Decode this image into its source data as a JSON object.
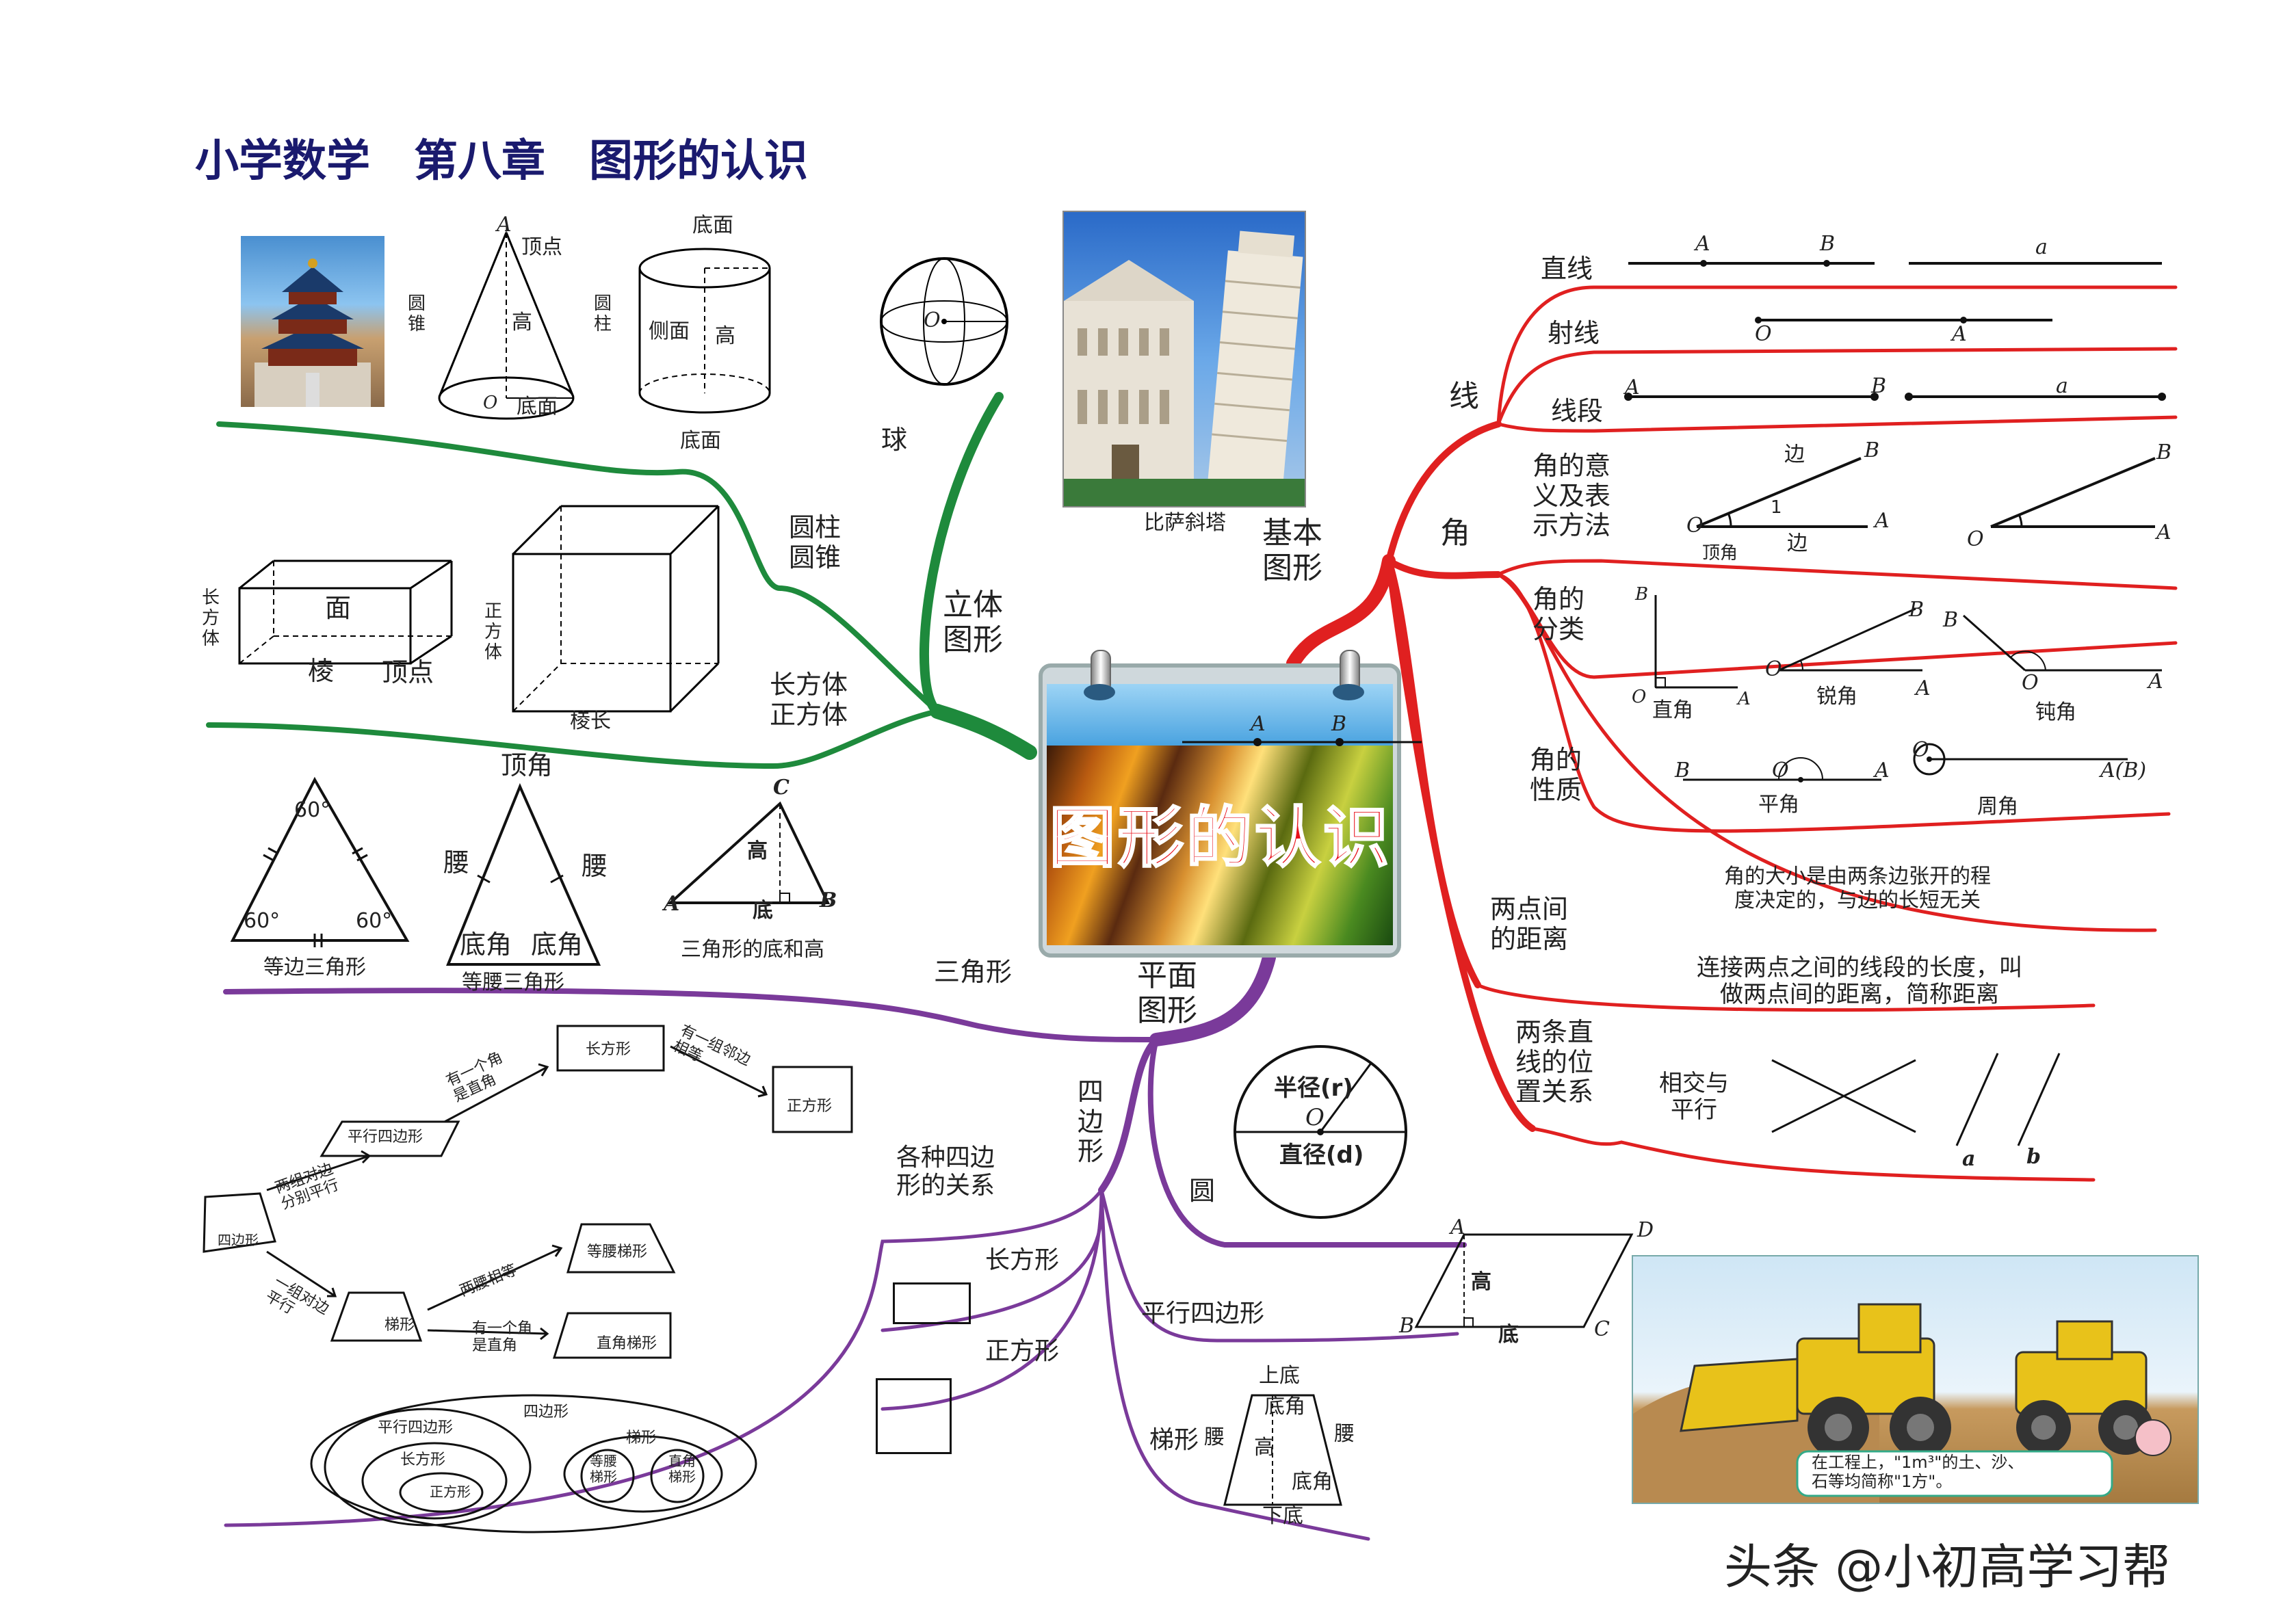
{
  "title": "小学数学　第八章　图形的认识",
  "center": {
    "label": "图形的认识",
    "point_a": "A",
    "point_b": "B"
  },
  "solid": {
    "branch": "立体\n图形",
    "cylinder_cone": "圆柱\n圆锥",
    "sphere": "球",
    "cuboid_cube": "长方体\n正方体",
    "cone": {
      "side_label": "圆\n锥",
      "apex": "A",
      "vertex": "顶点",
      "height": "高",
      "center": "O",
      "base": "底面"
    },
    "cylinder": {
      "side_label": "圆\n柱",
      "top": "底面",
      "side": "侧面",
      "height": "高",
      "bottom": "底面"
    },
    "ball": {
      "center": "O"
    },
    "cuboid": {
      "side_label": "长\n方\n体",
      "face": "面",
      "edge": "棱",
      "vertex": "顶点"
    },
    "cube": {
      "side_label": "正\n方\n体",
      "edge_len": "棱长"
    },
    "pisa_caption": "比萨斜塔"
  },
  "basic": {
    "branch": "基本\n图形",
    "line_group": "线",
    "line": {
      "label": "直线",
      "a": "A",
      "b": "B",
      "small": "a"
    },
    "ray": {
      "label": "射线",
      "o": "O",
      "a": "A"
    },
    "segment": {
      "label": "线段",
      "a": "A",
      "b": "B",
      "small": "a"
    },
    "angle_group": "角",
    "angle_meaning": {
      "label": "角的意\n义及表\n示方法",
      "side": "边",
      "vertex": "顶角",
      "one": "1",
      "o": "O",
      "a": "A",
      "b": "B"
    },
    "angle_class": {
      "label": "角的\n分类",
      "right": "直角",
      "acute": "锐角",
      "obtuse": "钝角",
      "o": "O",
      "a": "A",
      "b": "B"
    },
    "angle_prop": {
      "label": "角的\n性质",
      "straight": "平角",
      "round": "周角",
      "o": "O",
      "a": "A",
      "b": "B",
      "ab": "A(B)"
    },
    "angle_note": "角的大小是由两条边张开的程\n度决定的，与边的长短无关",
    "distance": {
      "label": "两点间\n的距离",
      "note": "连接两点之间的线段的长度，叫\n做两点间的距离，简称距离"
    },
    "position": {
      "label": "两条直\n线的位\n置关系",
      "sub": "相交与\n平行",
      "a": "a",
      "b": "b"
    }
  },
  "plane": {
    "branch": "平面\n图形",
    "triangle": "三角形",
    "quad": "四\n边\n形",
    "circle": {
      "label": "圆",
      "radius": "半径(r)",
      "o": "O",
      "diameter": "直径(d)"
    },
    "tri_eq": {
      "caption": "等边三角形",
      "a60": "60°"
    },
    "tri_iso": {
      "caption": "等腰三角形",
      "apex": "顶角",
      "leg": "腰",
      "base_angle": "底角"
    },
    "tri_base": {
      "caption": "三角形的底和高",
      "c": "C",
      "a": "A",
      "b": "B",
      "h": "高",
      "base": "底"
    },
    "quad_rel": "各种四边\n形的关系",
    "rect": "长方形",
    "square": "正方形",
    "para": {
      "label": "平行四边形",
      "a": "A",
      "b": "B",
      "c": "C",
      "d": "D",
      "h": "高",
      "base": "底"
    },
    "trap": {
      "label": "梯形",
      "top": "上底",
      "bottom": "下底",
      "leg": "腰",
      "h": "高",
      "angle": "底角"
    },
    "flow": {
      "quad": "四边形",
      "para": "平行四边形",
      "rect": "长方形",
      "square": "正方形",
      "trap": "梯形",
      "iso_trap": "等腰梯形",
      "right_trap": "直角梯形",
      "e1": "两组对边\n分别平行",
      "e2": "有一个角\n是直角",
      "e3": "有一组邻边\n相等",
      "e4": "一组对边\n平行",
      "e5": "两腰相等",
      "e6": "有一个角\n是直角"
    },
    "venn": {
      "quad": "四边形",
      "para": "平行四边形",
      "rect": "长方形",
      "square": "正方形",
      "trap": "梯形",
      "iso": "等腰\n梯形",
      "right": "直角\n梯形"
    }
  },
  "bulldozer_caption": "在工程上，\"1m³\"的土、沙、\n石等均简称\"1方\"。",
  "watermark": "头条 @小初高学习帮",
  "colors": {
    "solid": "#1e8a3c",
    "basic": "#e02020",
    "plane": "#7a3a9a",
    "title": "#1a1a6e"
  }
}
